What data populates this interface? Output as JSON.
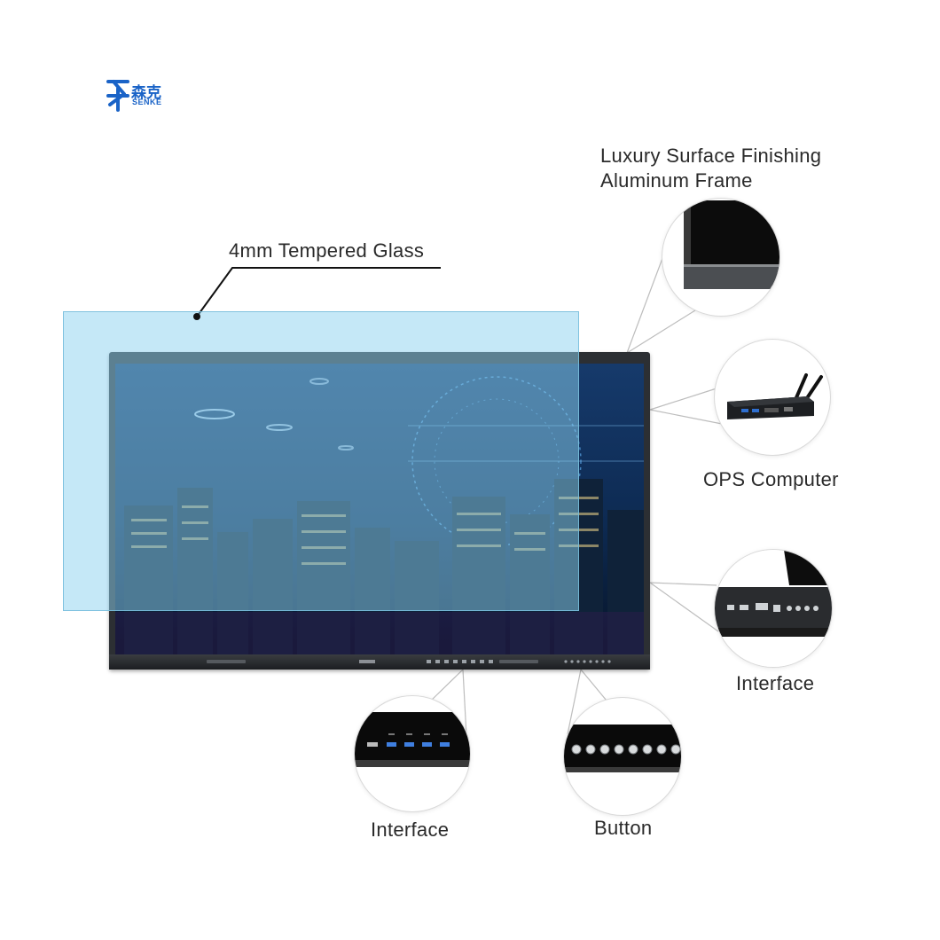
{
  "logo": {
    "chinese_text": "森克",
    "english_text": "SENKE",
    "color": "#1a63c7"
  },
  "labels": {
    "luxury_line1": "Luxury Surface Finishing",
    "luxury_line2": "Aluminum Frame",
    "tempered_glass": "4mm Tempered Glass",
    "ops_computer": "OPS Computer",
    "interface_right": "Interface",
    "interface_bottom": "Interface",
    "button": "Button"
  },
  "callout_icons": [
    "aluminum-frame-corner-icon",
    "ops-computer-icon",
    "side-interface-ports-icon",
    "front-usb-ports-icon",
    "front-buttons-icon"
  ],
  "colors": {
    "glass": "#8cd2f0",
    "frame": "#2c2f33",
    "screen": "#0b1f3d"
  }
}
